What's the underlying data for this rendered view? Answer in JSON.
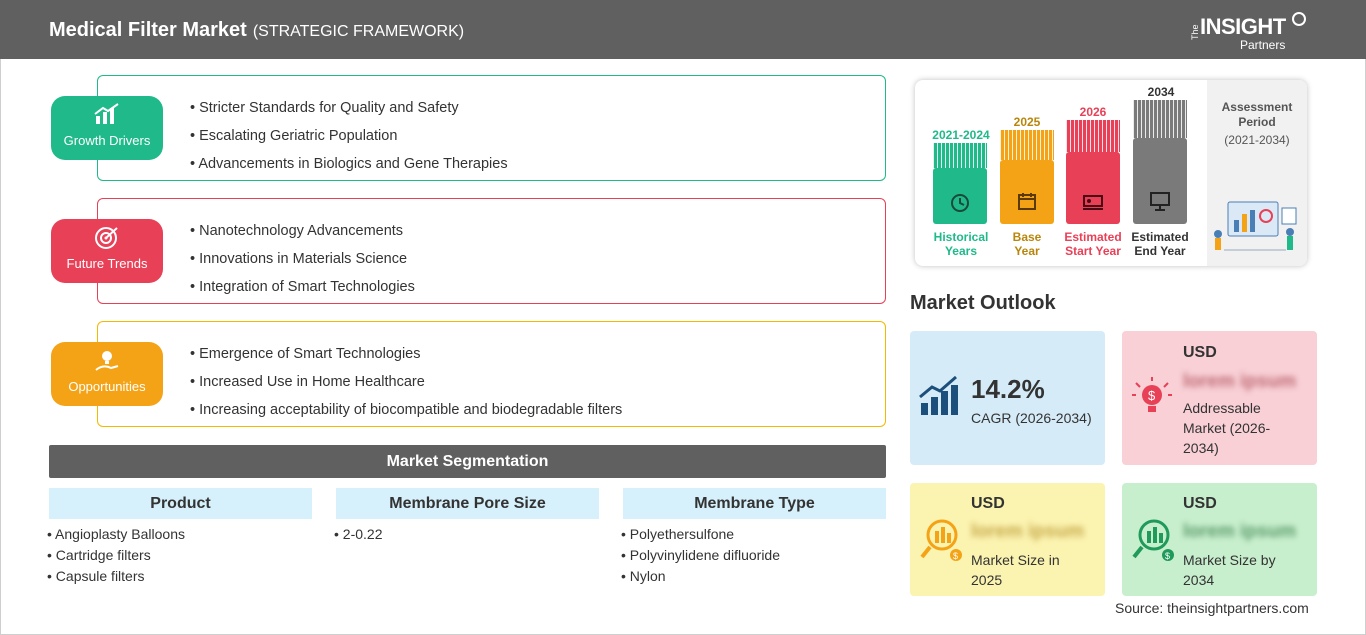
{
  "header": {
    "title": "Medical Filter Market",
    "subtitle": "(STRATEGIC FRAMEWORK)",
    "logo_the": "The",
    "logo_main": "INSIGHT",
    "logo_partners": "Partners"
  },
  "framework": [
    {
      "label": "Growth Drivers",
      "icon": "growth-chart-icon",
      "color": "#1fb98a",
      "items": [
        "Stricter Standards for Quality and Safety",
        "Escalating Geriatric Population",
        "Advancements in Biologics and Gene Therapies"
      ]
    },
    {
      "label": "Future Trends",
      "icon": "target-icon",
      "color": "#e84057",
      "items": [
        "Nanotechnology Advancements",
        "Innovations in Materials Science",
        "Integration of Smart Technologies"
      ]
    },
    {
      "label": "Opportunities",
      "icon": "lightbulb-hand-icon",
      "color": "#f5a316",
      "items": [
        "Emergence of Smart Technologies",
        "Increased Use in Home Healthcare",
        "Increasing acceptability of biocompatible and biodegradable filters"
      ]
    }
  ],
  "segmentation": {
    "title": "Market Segmentation",
    "columns": [
      {
        "heading": "Product",
        "items": [
          "Angioplasty Balloons",
          "Cartridge filters",
          "Capsule filters"
        ]
      },
      {
        "heading": "Membrane Pore Size",
        "items": [
          "2-0.22"
        ]
      },
      {
        "heading": "Membrane Type",
        "items": [
          "Polyethersulfone",
          "Polyvinylidene difluoride",
          "Nylon"
        ]
      }
    ]
  },
  "timeline": {
    "periods": [
      {
        "year": "2021-2024",
        "label1": "Historical",
        "label2": "Years",
        "color": "#1fb98a"
      },
      {
        "year": "2025",
        "label1": "Base",
        "label2": "Year",
        "color": "#f5a316"
      },
      {
        "year": "2026",
        "label1": "Estimated",
        "label2": "Start Year",
        "color": "#e84057"
      },
      {
        "year": "2034",
        "label1": "Estimated",
        "label2": "End Year",
        "color": "#7a7a7a"
      }
    ],
    "assessment_label1": "Assessment",
    "assessment_label2": "Period",
    "assessment_range": "(2021-2034)"
  },
  "outlook": {
    "title": "Market Outlook",
    "cagr_value": "14.2%",
    "cagr_label": "CAGR (2026-2034)",
    "addressable_usd": "USD",
    "addressable_value": "lorem ipsum",
    "addressable_label1": "Addressable",
    "addressable_label2": "Market (2026-",
    "addressable_label3": "2034)",
    "size2025_usd": "USD",
    "size2025_value": "lorem ipsum",
    "size2025_label1": "Market Size in",
    "size2025_label2": "2025",
    "size2034_usd": "USD",
    "size2034_value": "lorem ipsum",
    "size2034_label1": "Market Size by",
    "size2034_label2": "2034"
  },
  "source": "Source: theinsightpartners.com"
}
